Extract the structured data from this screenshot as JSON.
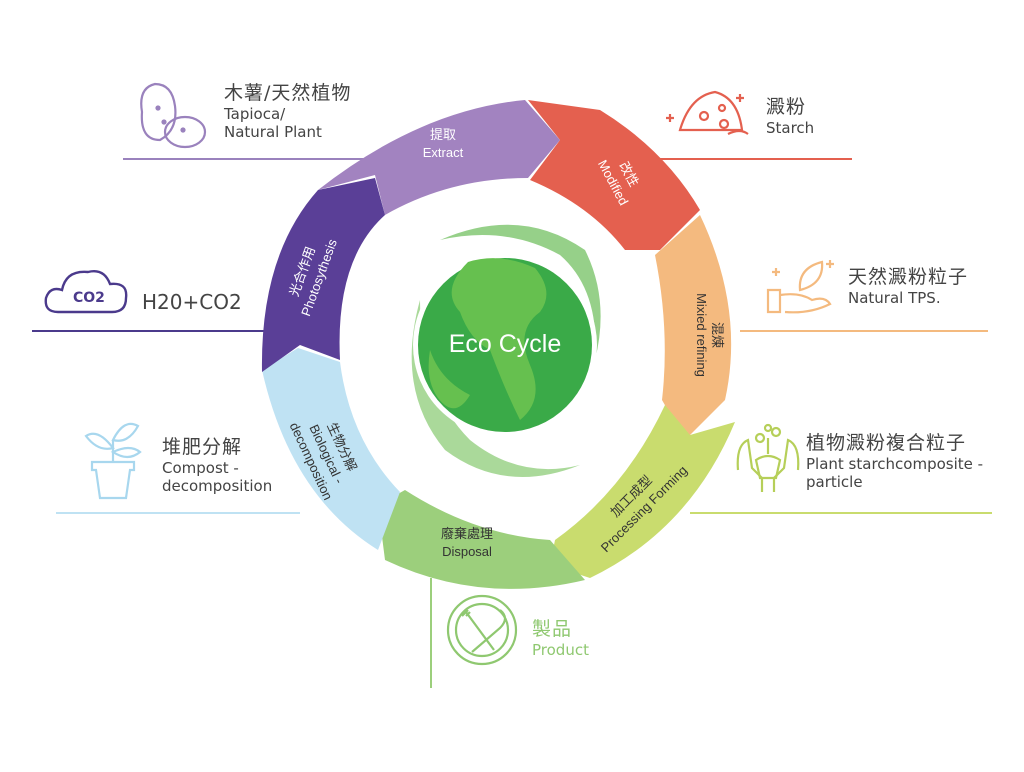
{
  "center": {
    "title": "Eco Cycle"
  },
  "stages": [
    {
      "zh": "提取",
      "en": "Extract",
      "color": "#a283c0"
    },
    {
      "zh": "改性",
      "en": "Modified",
      "color": "#e4604f"
    },
    {
      "zh": "混煉",
      "en": "Mixied refining",
      "color": "#f4ba7f"
    },
    {
      "zh": "加工成型",
      "en": "Processing Forming",
      "color": "#c9dc6e"
    },
    {
      "zh": "廢棄處理",
      "en": "Disposal",
      "color": "#9ccf7c"
    },
    {
      "zh": "生物分解",
      "en": "Biological -",
      "en2": "decomposition",
      "color": "#bfe2f3"
    },
    {
      "zh": "光合作用",
      "en": "Photosythesis",
      "color": "#5a3f97"
    }
  ],
  "outer_labels": {
    "tapioca": {
      "zh": "木薯/天然植物",
      "en1": "Tapioca/",
      "en2": "Natural Plant",
      "color": "#9a82bd",
      "icon": "potato-icon"
    },
    "starch": {
      "zh": "澱粉",
      "en1": "Starch",
      "color": "#e4604f",
      "icon": "starch-pile-icon"
    },
    "natural_tps": {
      "zh": "天然澱粉粒子",
      "en1": "Natural TPS.",
      "color": "#f4ba7f",
      "icon": "hand-leaf-icon"
    },
    "composite": {
      "zh": "植物澱粉複合粒子",
      "en1": "Plant starchcomposite -",
      "en2": "particle",
      "color": "#b6cf59",
      "icon": "hands-plant-icon"
    },
    "product": {
      "zh": "製品",
      "en1": "Product",
      "color": "#8fc870",
      "icon": "plate-cutlery-icon"
    },
    "compost": {
      "zh": "堆肥分解",
      "en1": "Compost -",
      "en2": "decomposition",
      "color": "#a8d7ee",
      "icon": "potted-plant-icon"
    },
    "h2o_co2": {
      "en1": "H20+CO2",
      "icon_text": "CO2",
      "color": "#4b3a8c",
      "icon": "co2-cloud-icon"
    }
  }
}
